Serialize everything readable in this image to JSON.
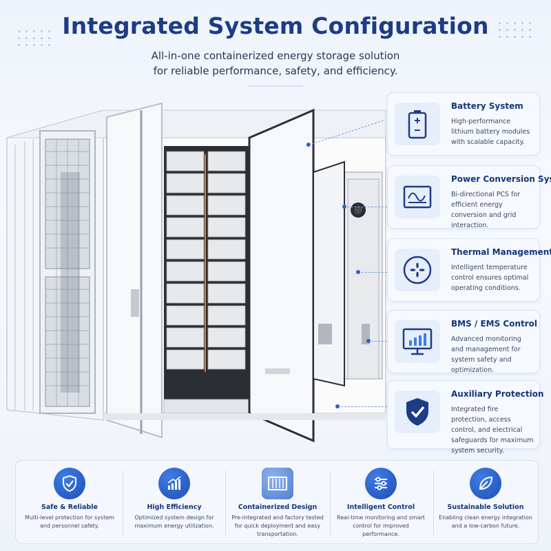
{
  "header": {
    "title": "Integrated System Configuration",
    "subtitle_line1": "All-in-one containerized energy storage solution",
    "subtitle_line2": "for reliable performance, safety, and efficiency."
  },
  "colors": {
    "title": "#1d3c86",
    "accent": "#2f62c4",
    "card_bg": "#f6f9fe",
    "icon_bg": "#e6eefb"
  },
  "features": [
    {
      "icon": "battery-icon",
      "title": "Battery System",
      "description": "High-performance lithium battery modules with scalable capacity."
    },
    {
      "icon": "waveform-monitor-icon",
      "title": "Power Conversion System",
      "description": "Bi-directional PCS for efficient energy conversion and grid interaction."
    },
    {
      "icon": "fan-icon",
      "title": "Thermal Management",
      "description": "Intelligent temperature control ensures optimal operating conditions."
    },
    {
      "icon": "monitor-chart-icon",
      "title": "BMS / EMS Control",
      "description": "Advanced monitoring and management for system safety and optimization."
    },
    {
      "icon": "shield-check-icon",
      "title": "Auxiliary Protection",
      "description": "Integrated fire protection, access control, and electrical safeguards for maximum system security."
    }
  ],
  "highlights": [
    {
      "icon": "shield-check-icon",
      "title": "Safe & Reliable",
      "description": "Multi-level protection for system and personnel safety."
    },
    {
      "icon": "growth-chart-icon",
      "title": "High Efficiency",
      "description": "Optimized system design for maximum energy utilization."
    },
    {
      "icon": "container-icon",
      "title": "Containerized Design",
      "description": "Pre-integrated and factory tested for quick deployment and easy transportation."
    },
    {
      "icon": "sliders-icon",
      "title": "Intelligent Control",
      "description": "Real-time monitoring and smart control for improved performance."
    },
    {
      "icon": "leaf-icon",
      "title": "Sustainable Solution",
      "description": "Enabling clean energy integration and a low-carbon future."
    }
  ]
}
